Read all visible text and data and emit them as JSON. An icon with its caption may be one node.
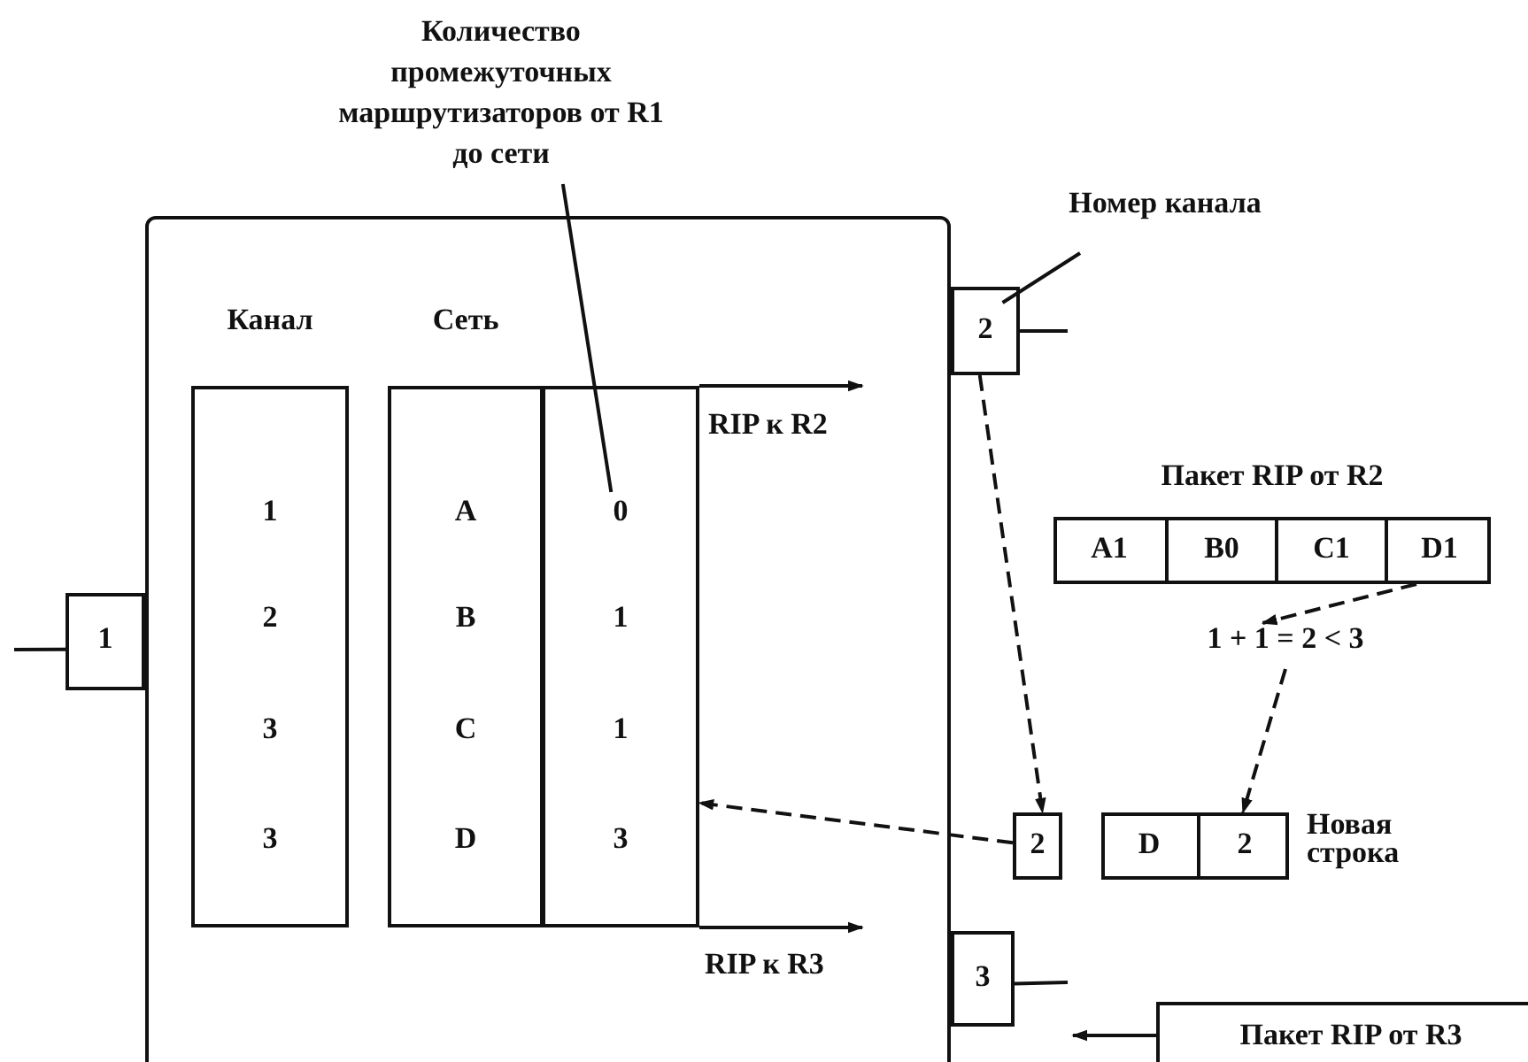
{
  "diagram": {
    "nodes": [
      {
        "text": [],
        "shape": "box"
      },
      {
        "text": [
          "Количество промежуточных маршрутизаторов от R1 до сети"
        ]
      },
      {
        "text": [
          "Канал",
          "1",
          "2",
          "3",
          "3"
        ],
        "in": 0
      },
      {
        "text": [
          "Сеть",
          "A",
          "B",
          "C",
          "D"
        ],
        "in": 0
      },
      {
        "text": [
          "0",
          "1",
          "1",
          "3"
        ],
        "in": 0
      },
      {
        "text": [
          "1"
        ]
      },
      {
        "text": [
          "2"
        ]
      },
      {
        "text": [
          "3"
        ]
      },
      {
        "text": [
          "Номер канала"
        ]
      },
      {
        "text": [
          "Пакет RIP от R2"
        ]
      },
      {
        "text": [
          "A1"
        ],
        "in": 9
      },
      {
        "text": [
          "B0"
        ],
        "in": 9
      },
      {
        "text": [
          "C1"
        ],
        "in": 9
      },
      {
        "text": [
          "D1"
        ],
        "in": 9
      },
      {
        "text": [
          "1 + 1 = 2 < 3"
        ]
      },
      {
        "text": [
          "2"
        ]
      },
      {
        "text": [],
        "shape": "box",
        "beside": [
          "Новая строка"
        ]
      },
      {
        "text": [
          "D"
        ],
        "in": 16
      },
      {
        "text": [
          "2"
        ],
        "in": 16
      },
      {
        "text": [
          "Пакет RIP от R3"
        ]
      }
    ],
    "edges": [
      {
        "from": 1,
        "to": 4,
        "arrow": "none"
      },
      {
        "from": 8,
        "to": 6,
        "arrow": "none"
      },
      {
        "from": 6,
        "to": 15,
        "arrow": "to",
        "style": "dashed"
      },
      {
        "from": 13,
        "to": 14,
        "arrow": "to",
        "style": "dashed"
      },
      {
        "from": 14,
        "to": 18,
        "arrow": "to",
        "style": "dashed"
      },
      {
        "from": 15,
        "to": 4,
        "arrow": "to",
        "style": "dashed"
      },
      {
        "from": 5,
        "to": null,
        "arrow": "none"
      },
      {
        "from": 6,
        "to": null,
        "arrow": "none"
      },
      {
        "from": 7,
        "to": null,
        "arrow": "none"
      },
      {
        "from": 4,
        "to": null,
        "arrow": "to",
        "label": "RIP к R2"
      },
      {
        "from": 4,
        "to": null,
        "arrow": "to",
        "label": "RIP к R3"
      },
      {
        "from": 19,
        "to": null,
        "arrow": "to"
      }
    ]
  }
}
